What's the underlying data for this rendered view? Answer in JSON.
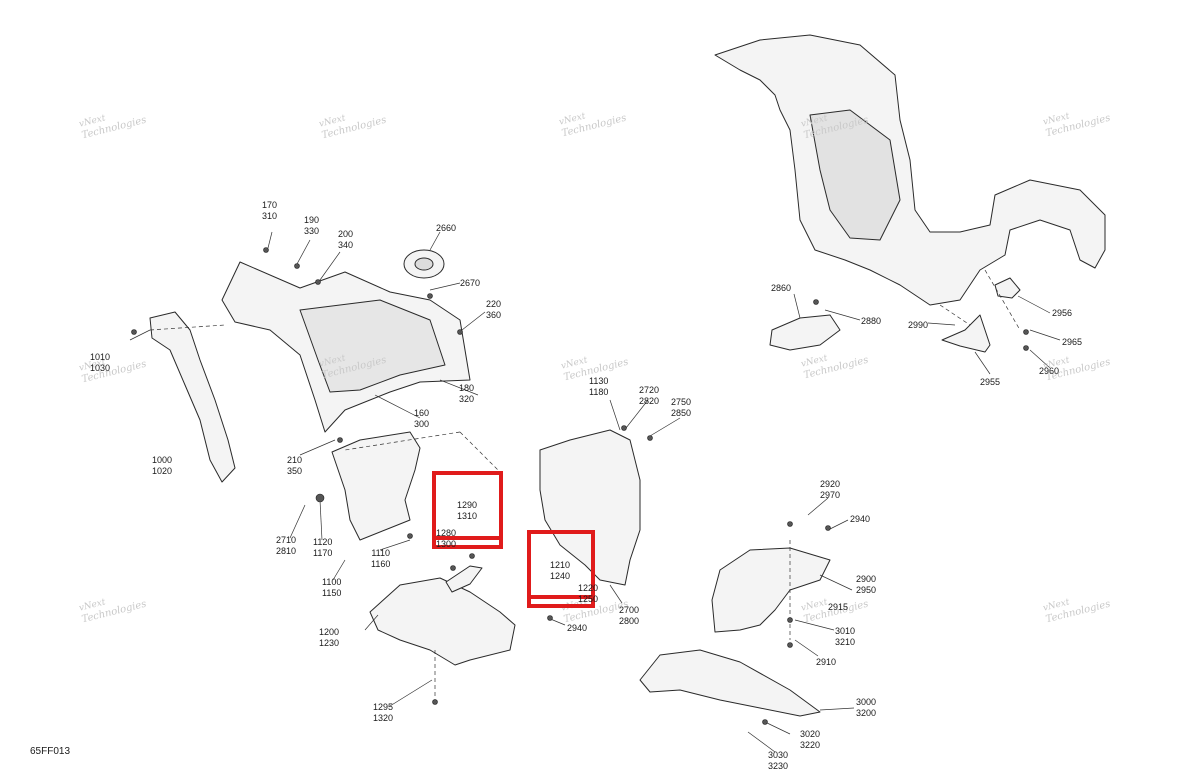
{
  "figure_code": "65FF013",
  "watermark": {
    "line1": "vNext",
    "line2": "Technologies"
  },
  "callouts": {
    "c170": [
      "170",
      "310"
    ],
    "c190": [
      "190",
      "330"
    ],
    "c200": [
      "200",
      "340"
    ],
    "c2660": [
      "2660"
    ],
    "c2670": [
      "2670"
    ],
    "c220": [
      "220",
      "360"
    ],
    "c1010": [
      "1010",
      "1030"
    ],
    "c180": [
      "180",
      "320"
    ],
    "c160": [
      "160",
      "300"
    ],
    "c1000": [
      "1000",
      "1020"
    ],
    "c210": [
      "210",
      "350"
    ],
    "c2710": [
      "2710",
      "2810"
    ],
    "c1120": [
      "1120",
      "1170"
    ],
    "c1110": [
      "1110",
      "1160"
    ],
    "c1100": [
      "1100",
      "1150"
    ],
    "c1290": [
      "1290",
      "1310"
    ],
    "c1280": [
      "1280",
      "1300"
    ],
    "c1210": [
      "1210",
      "1240"
    ],
    "c1220": [
      "1220",
      "1250"
    ],
    "c1200": [
      "1200",
      "1230"
    ],
    "c1295": [
      "1295",
      "1320"
    ],
    "c1130": [
      "1130",
      "1180"
    ],
    "c2720": [
      "2720",
      "2820"
    ],
    "c2750": [
      "2750",
      "2850"
    ],
    "c2700": [
      "2700",
      "2800"
    ],
    "c2940a": [
      "2940"
    ],
    "c2860": [
      "2860"
    ],
    "c2880": [
      "2880"
    ],
    "c2990": [
      "2990"
    ],
    "c2956": [
      "2956"
    ],
    "c2965": [
      "2965"
    ],
    "c2960": [
      "2960"
    ],
    "c2955": [
      "2955"
    ],
    "c2920": [
      "2920",
      "2970"
    ],
    "c2940b": [
      "2940"
    ],
    "c2900": [
      "2900",
      "2950"
    ],
    "c2915": [
      "2915"
    ],
    "c3010": [
      "3010",
      "3210"
    ],
    "c2910": [
      "2910"
    ],
    "c3000": [
      "3000",
      "3200"
    ],
    "c3020": [
      "3020",
      "3220"
    ],
    "c3030": [
      "3030",
      "3230"
    ]
  }
}
